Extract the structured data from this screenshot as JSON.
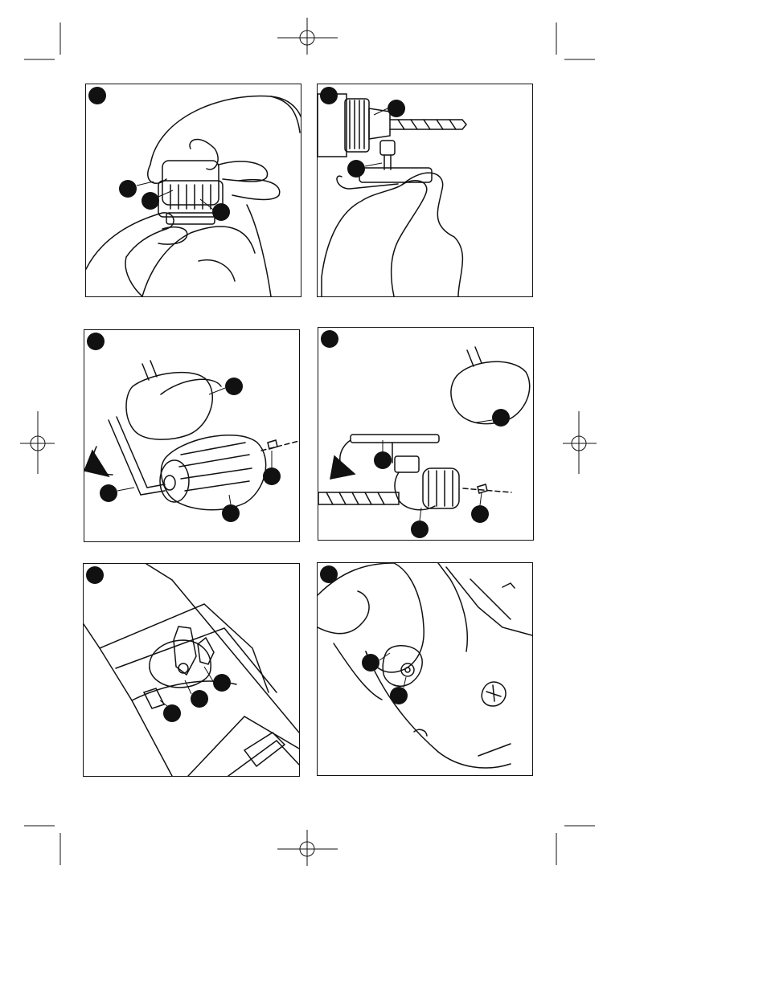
{
  "document": {
    "figures": [
      {
        "id": "fig-1",
        "description_icon": "hand-tightening-keyless-chuck"
      },
      {
        "id": "fig-2",
        "description_icon": "chuck-key-inserting-bit"
      },
      {
        "id": "fig-3",
        "description_icon": "hex-key-removing-keyless-chuck"
      },
      {
        "id": "fig-4",
        "description_icon": "hex-key-removing-keyed-chuck"
      },
      {
        "id": "fig-5",
        "description_icon": "mode-selector-top-view"
      },
      {
        "id": "fig-6",
        "description_icon": "mode-selector-side-view"
      }
    ]
  }
}
